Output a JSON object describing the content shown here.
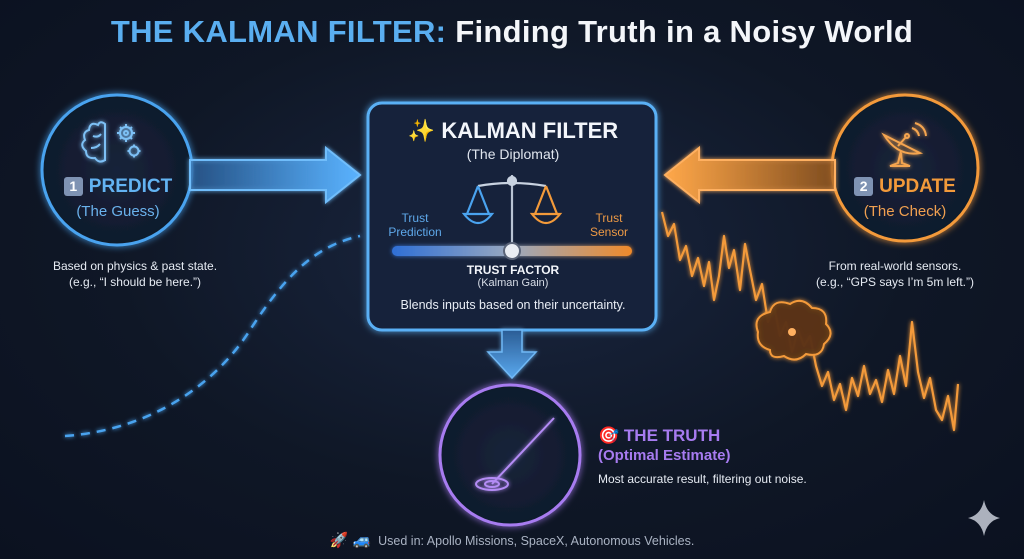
{
  "title": {
    "highlight": "THE KALMAN FILTER:",
    "rest": " Finding Truth in a Noisy World"
  },
  "predict": {
    "badge": "1",
    "title": "PREDICT",
    "subtitle": "(The Guess)",
    "description_line1": "Based on physics & past state.",
    "description_line2": "(e.g., “I should be here.”)",
    "icon": "brain-gears-icon"
  },
  "update": {
    "badge": "2",
    "title": "UPDATE",
    "subtitle": "(The Check)",
    "description_line1": "From real-world sensors.",
    "description_line2": "(e.g., “GPS says I’m 5m left.”)",
    "icon": "satellite-dish-icon"
  },
  "kalman": {
    "emoji": "✨",
    "title": "KALMAN FILTER",
    "subtitle": "(The Diplomat)",
    "trust_left": "Trust\nPrediction",
    "trust_right": "Trust\nSensor",
    "trust_left_1": "Trust",
    "trust_left_2": "Prediction",
    "trust_right_1": "Trust",
    "trust_right_2": "Sensor",
    "factor_label": "TRUST FACTOR",
    "factor_sub": "(Kalman Gain)",
    "description": "Blends inputs based on their uncertainty.",
    "gain": 0.5,
    "icon": "balance-scale-icon"
  },
  "truth": {
    "emoji": "🎯",
    "title": "THE TRUTH",
    "subtitle": "(Optimal Estimate)",
    "description": "Most accurate result, filtering out noise.",
    "icon": "target-icon"
  },
  "footer": {
    "emoji": "🚀 🚙",
    "text": "Used in: Apollo Missions, SpaceX, Autonomous Vehicles."
  },
  "colors": {
    "blue": "#4aa3ef",
    "orange": "#f39a3a",
    "purple": "#a77bf0",
    "background": "#0f1726"
  }
}
